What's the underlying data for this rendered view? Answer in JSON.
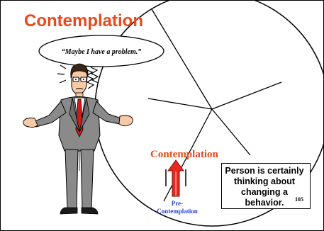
{
  "slide": {
    "title": "Contemplation",
    "speech": "“Maybe I have a problem.”",
    "current_segment_label": "Contemplation",
    "previous_segment_label_line1": "Pre-",
    "previous_segment_label_line2": "Contemplation",
    "callout_text": "Person is certainly thinking about changing a behavior.",
    "page_number": "105"
  },
  "colors": {
    "title": "#e8491d",
    "arrow": "#e8281d",
    "pre_label": "#2a3fd6"
  }
}
